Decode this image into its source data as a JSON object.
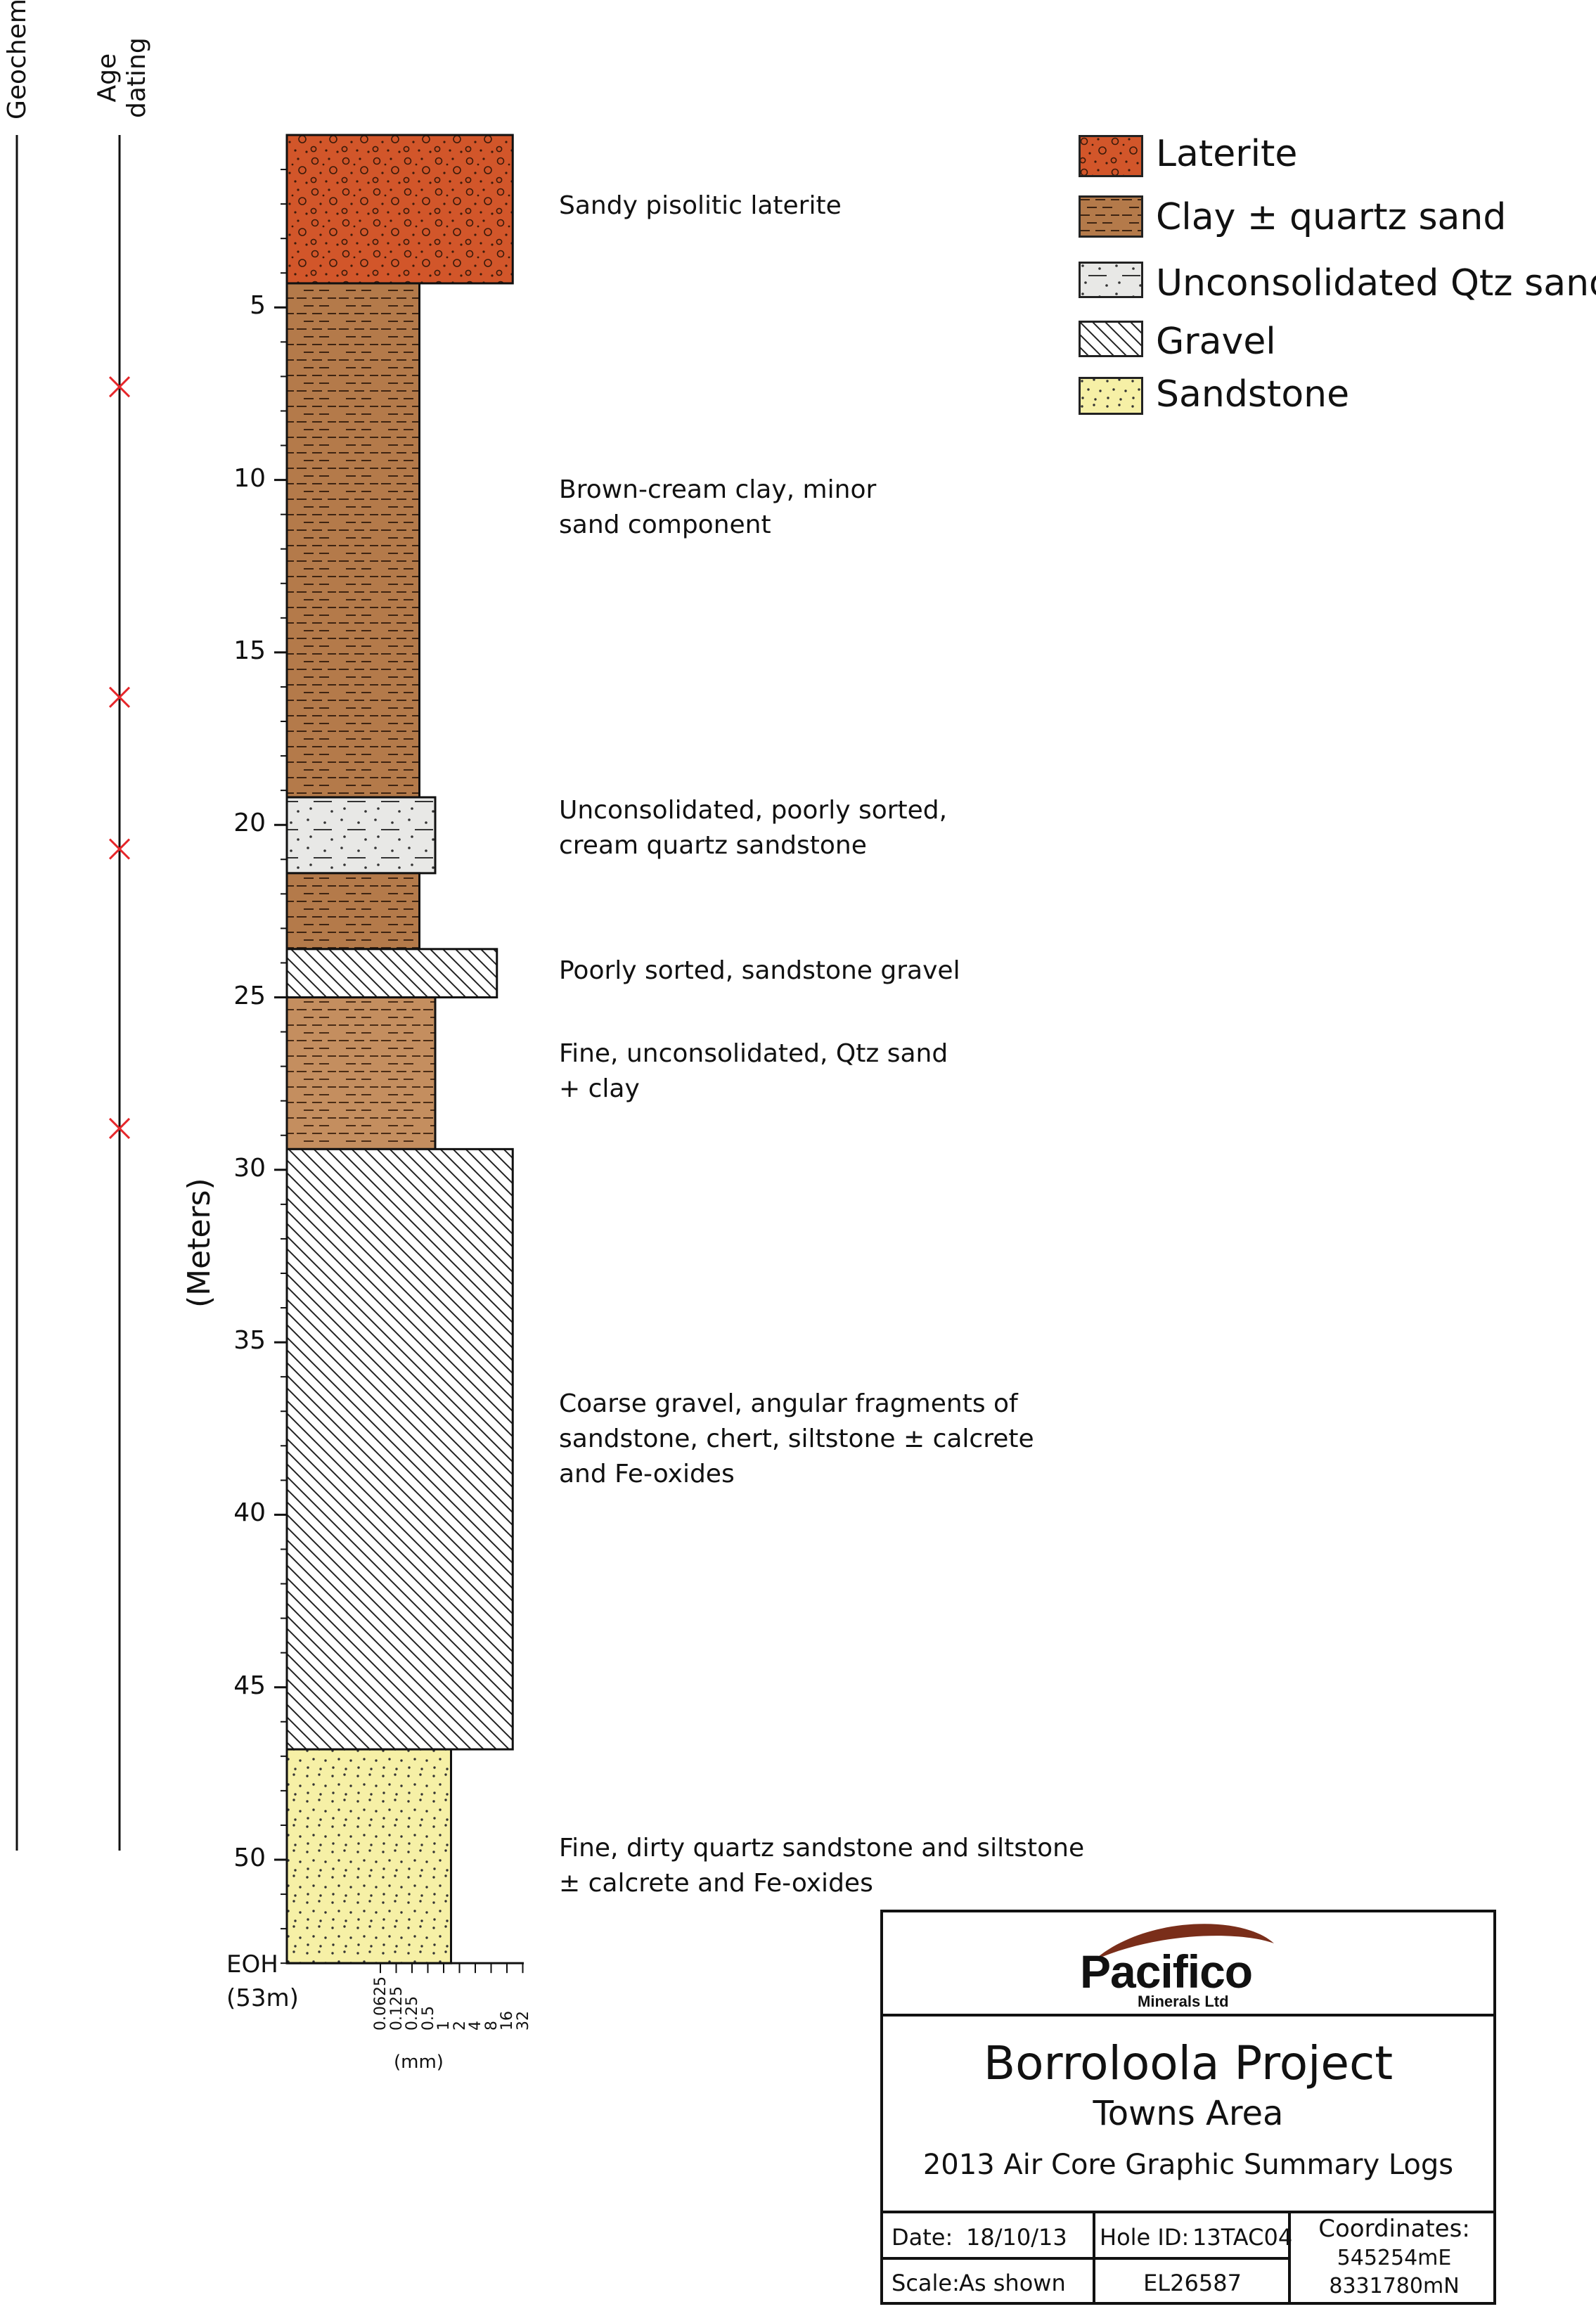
{
  "column_headers": {
    "geochem": "Geochem",
    "age_dating": "Age\ndating"
  },
  "depth_axis": {
    "label": "(Meters)",
    "ticks": [
      "5",
      "10",
      "15",
      "20",
      "25",
      "30",
      "35",
      "40",
      "45",
      "50"
    ],
    "tick_values": [
      5,
      10,
      15,
      20,
      25,
      30,
      35,
      40,
      45,
      50
    ],
    "max_depth": 53,
    "eoh_label": "EOH",
    "eoh_depth_label": "(53m)"
  },
  "grain_size_axis": {
    "ticks": [
      "0.0625",
      "0.125",
      "0.25",
      "0.5",
      "1",
      "2",
      "4",
      "8",
      "16",
      "32"
    ],
    "unit": "(mm)"
  },
  "age_dating_samples_m": [
    7.3,
    16.3,
    20.7,
    28.8
  ],
  "lithology_units": [
    {
      "from_m": 0,
      "to_m": 4.3,
      "lith": "laterite",
      "grain_index": 9.3,
      "description": [
        "Sandy pisolitic laterite"
      ]
    },
    {
      "from_m": 4.3,
      "to_m": 19.2,
      "lith": "clay",
      "grain_index": 3.4,
      "description": [
        "Brown-cream clay, minor",
        "sand component"
      ]
    },
    {
      "from_m": 19.2,
      "to_m": 21.4,
      "lith": "qtz_sand",
      "grain_index": 4.4,
      "description": [
        "Unconsolidated, poorly sorted,",
        "cream quartz sandstone"
      ]
    },
    {
      "from_m": 21.4,
      "to_m": 23.6,
      "lith": "clay",
      "grain_index": 3.4,
      "description": []
    },
    {
      "from_m": 23.6,
      "to_m": 25.0,
      "lith": "gravel",
      "grain_index": 8.3,
      "description": [
        "Poorly sorted, sandstone gravel"
      ]
    },
    {
      "from_m": 25.0,
      "to_m": 29.4,
      "lith": "clay_light",
      "grain_index": 4.4,
      "description": [
        "Fine, unconsolidated, Qtz sand",
        "+ clay"
      ]
    },
    {
      "from_m": 29.4,
      "to_m": 46.8,
      "lith": "gravel",
      "grain_index": 9.3,
      "description": [
        "Coarse gravel, angular fragments of",
        "sandstone, chert, siltstone ± calcrete",
        "and Fe-oxides"
      ]
    },
    {
      "from_m": 46.8,
      "to_m": 53.0,
      "lith": "sandstone",
      "grain_index": 5.4,
      "description": [
        "Fine, dirty quartz sandstone and siltstone",
        "± calcrete and Fe-oxides"
      ]
    }
  ],
  "legend": [
    {
      "key": "laterite",
      "label": "Laterite"
    },
    {
      "key": "clay",
      "label": "Clay ± quartz sand"
    },
    {
      "key": "qtz_sand",
      "label": "Unconsolidated Qtz sand"
    },
    {
      "key": "gravel",
      "label": "Gravel"
    },
    {
      "key": "sandstone",
      "label": "Sandstone"
    }
  ],
  "colors": {
    "laterite": "#d2562a",
    "clay": "#b47a4a",
    "clay_light": "#c48e5f",
    "qtz_sand": "#e8e8e6",
    "gravel": "#ffffff",
    "sandstone": "#f6f0a6",
    "sample_marker": "#e6262a",
    "logo_swoosh": "#7a2e1a"
  },
  "title_block": {
    "company": "Pacifico",
    "company_sub": "Minerals Ltd",
    "project": "Borroloola Project",
    "area": "Towns Area",
    "subtitle": "2013 Air Core Graphic Summary Logs",
    "date_label": "Date:",
    "date_value": "18/10/13",
    "hole_id_label": "Hole ID:",
    "hole_id_value": "13TAC04",
    "coordinates_label": "Coordinates:",
    "easting": "545254mE",
    "northing": "8331780mN",
    "scale_label": "Scale:",
    "scale_value": "As shown",
    "tenement": "EL26587"
  }
}
